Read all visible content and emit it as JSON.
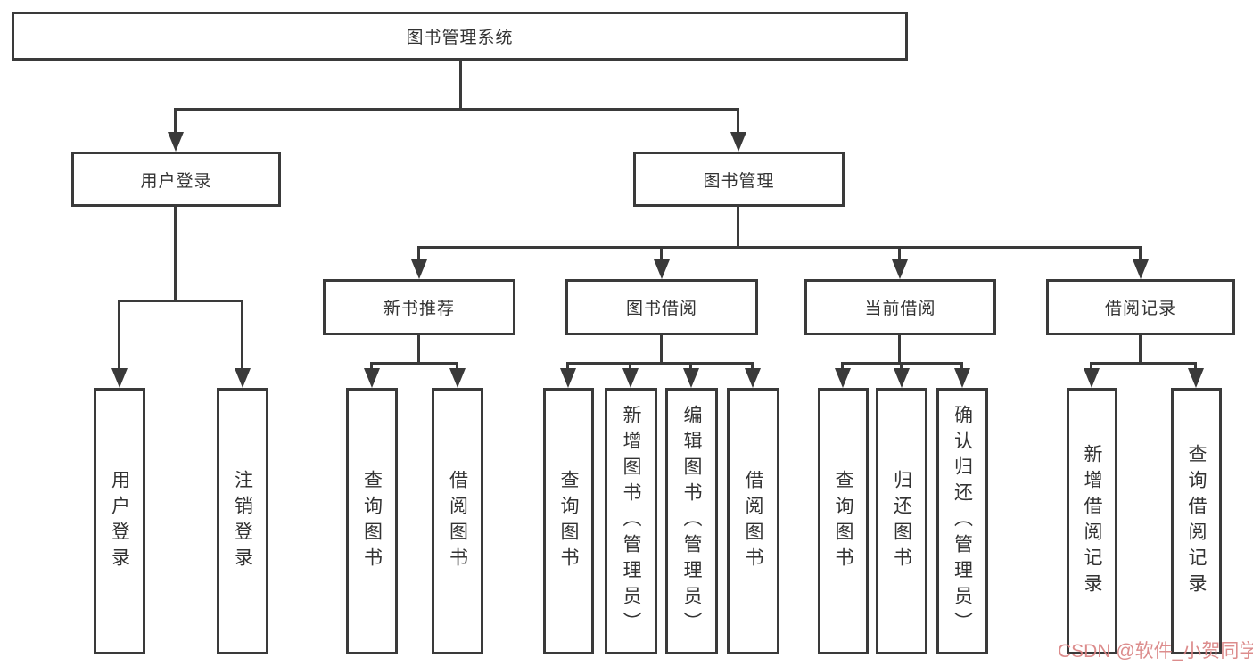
{
  "tree": {
    "root": {
      "label": "图书管理系统"
    },
    "children": [
      {
        "label": "用户登录",
        "children": [
          {
            "label": "用户登录"
          },
          {
            "label": "注销登录"
          }
        ]
      },
      {
        "label": "图书管理",
        "children": [
          {
            "label": "新书推荐",
            "children": [
              {
                "label": "查询图书"
              },
              {
                "label": "借阅图书"
              }
            ]
          },
          {
            "label": "图书借阅",
            "children": [
              {
                "label": "查询图书"
              },
              {
                "label": "新增图书（管理员）"
              },
              {
                "label": "编辑图书（管理员）"
              },
              {
                "label": "借阅图书"
              }
            ]
          },
          {
            "label": "当前借阅",
            "children": [
              {
                "label": "查询图书"
              },
              {
                "label": "归还图书"
              },
              {
                "label": "确认归还（管理员）"
              }
            ]
          },
          {
            "label": "借阅记录",
            "children": [
              {
                "label": "新增借阅记录"
              },
              {
                "label": "查询借阅记录"
              }
            ]
          }
        ]
      }
    ]
  },
  "watermark": {
    "text": "CSDN @软件_小贺同学",
    "color": "#d98282"
  },
  "colors": {
    "line": "#3a3a3a",
    "text": "#333333",
    "background": "#ffffff"
  }
}
